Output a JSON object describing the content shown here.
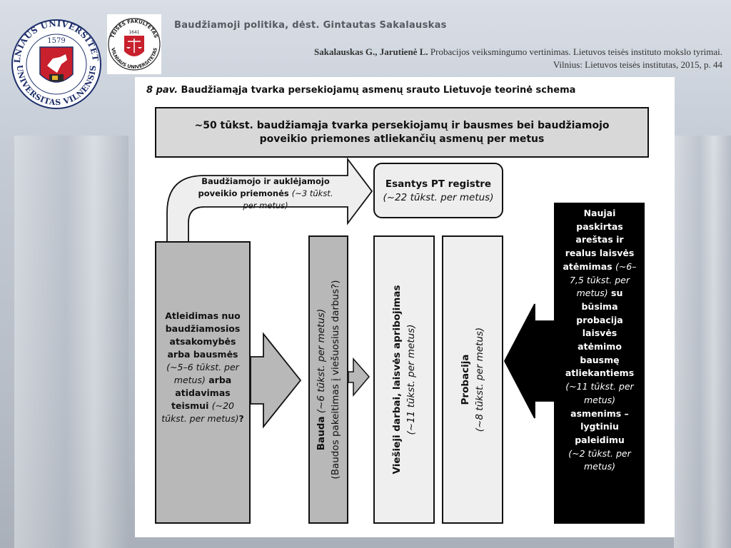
{
  "header": {
    "title": "Baudžiamoji politika, dėst. Gintautas Sakalauskas",
    "citation_authors": "Sakalauskas G., Jarutienė L.",
    "citation_rest": " Probacijos veiksmingumo vertinimas. Lietuvos teisės instituto mokslo tyrimai.",
    "citation_line2": "Vilnius: Lietuvos teisės institutas, 2015, p. 44"
  },
  "logos": {
    "left_top": "VILNIAUS UNIVERSITETAS",
    "left_year": "1579",
    "left_bottom": "UNIVERSITAS VILNENSIS",
    "right_top": "TEISĖS FAKULTETAS",
    "right_year": "1641",
    "right_bottom": "VILNIAUS UNIVERSITETAS"
  },
  "figure": {
    "title_prefix": "8 pav.",
    "title": " Baudžiamąja tvarka persekiojamų asmenų srauto Lietuvoje teorinė schema",
    "top_box": "~50 tūkst. baudžiamąja tvarka persekiojamų ir bausmes bei baudžiamojo poveikio priemones atliekančių asmenų per metus",
    "curved_arrow_bold": "Baudžiamojo ir auklėjamojo poveikio priemonės",
    "curved_arrow_italic": "(~3 tūkst. per metus)",
    "registry_title": "Esantys PT registre",
    "registry_sub": "(~22 tūkst. per metus)",
    "release": {
      "l1": "Atleidimas nuo",
      "l2": "baudžiamosios",
      "l3": "atsakomybės",
      "l4": "arba bausmės",
      "l5": "(~5–6 tūkst. per",
      "l6a": "metus)",
      "l6b": " arba",
      "l7": "atidavimas",
      "l8a": "teismui ",
      "l8b": "(~20",
      "l9a": "tūkst. per metus)",
      "l9b": "?"
    },
    "fine": {
      "bold": "Bauda",
      "italic": " (~6 tūkst. per metus)",
      "line2": "(Baudos pakeitimas į viešuosius darbus?)"
    },
    "public_work": {
      "bold": "Viešieji darbai, laisvės apribojimas",
      "italic": "(~11 tūkst. per metus)"
    },
    "probation": {
      "bold": "Probacija",
      "italic": "(~8 tūkst. per metus)"
    },
    "black": {
      "l1": "Naujai",
      "l2": "paskirtas",
      "l3": "areštas ir",
      "l4": "realus laisvės",
      "l5a": "atėmimas ",
      "l5b": "(~6–",
      "l6": "7,5 tūkst. per",
      "l7a": "metus)",
      "l7b": " su",
      "l8": "būsima",
      "l9": "probacija",
      "l10": "laisvės",
      "l11": "atėmimo",
      "l12": "bausmę",
      "l13": "atliekantiems",
      "l14": "(~11 tūkst. per",
      "l15": "metus)",
      "l16": "asmenims –",
      "l17": "lygtiniu",
      "l18": "paleidimu",
      "l19": "(~2 tūkst. per",
      "l20": "metus)"
    }
  },
  "colors": {
    "box_gray": "#b8b8b8",
    "box_light": "#efefef",
    "top_gray": "#d8d8d8",
    "black": "#000000",
    "logo_red": "#c8202c"
  }
}
